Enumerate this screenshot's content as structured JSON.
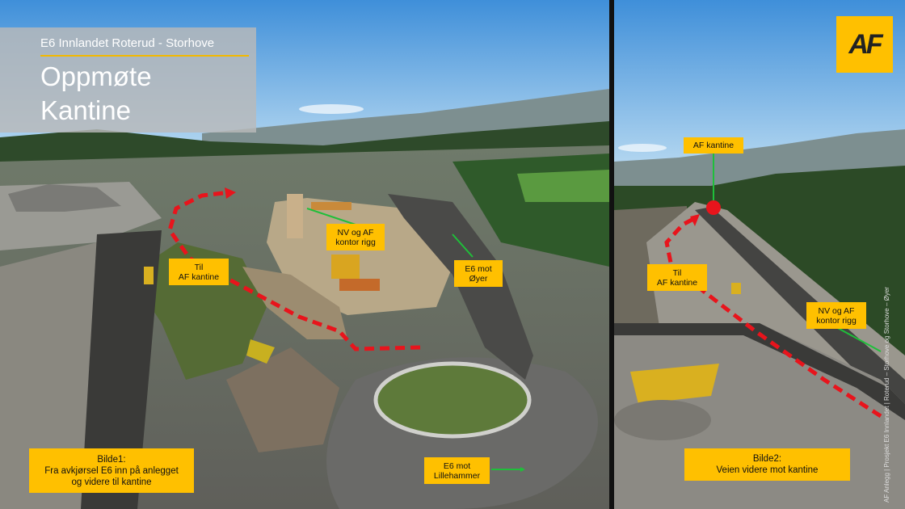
{
  "title_box": {
    "project": "E6 Innlandet Roterud - Storhove",
    "heading_line1": "Oppmøte",
    "heading_line2": "Kantine"
  },
  "logo": {
    "text": "AF"
  },
  "colors": {
    "accent": "#ffc000",
    "route": "#e8141c",
    "green_arrow": "#1fbf3a"
  },
  "panel1": {
    "labels": {
      "til_af_kantine": "Til\nAF kantine",
      "nv_af_kontor_rigg": "NV og AF\nkontor rigg",
      "e6_mot_oyer": "E6 mot\nØyer",
      "e6_mot_lillehammer": "E6 mot\nLillehammer"
    },
    "caption": "Bilde1:\nFra avkjørsel E6 inn på anlegget\nog videre til kantine"
  },
  "panel2": {
    "labels": {
      "af_kantine": "AF kantine",
      "til_af_kantine": "Til\nAF kantine",
      "nv_af_kontor_rigg": "NV og AF\nkontor rigg"
    },
    "caption": "Bilde2:\nVeien videre mot kantine"
  },
  "footer_vertical": "AF Anlegg | Prosjekt E6 Innlandet | Roterud – Storhove og Storhove – Øyer"
}
